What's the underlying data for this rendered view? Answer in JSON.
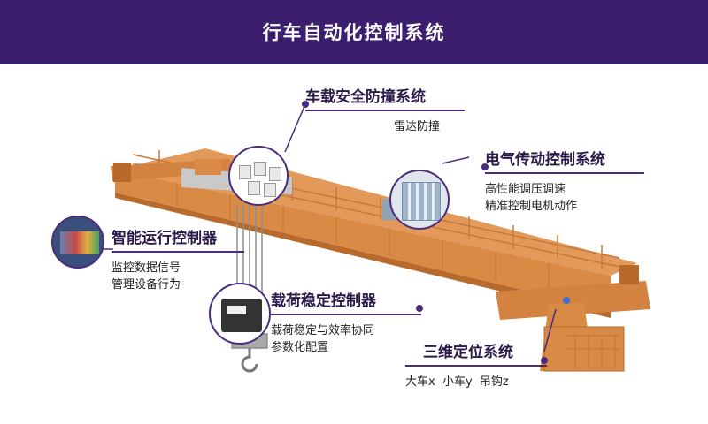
{
  "header": {
    "title": "行车自动化控制系统"
  },
  "callouts": {
    "anticollision": {
      "title": "车载安全防撞系统",
      "desc": [
        "雷达防撞"
      ]
    },
    "drive": {
      "title": "电气传动控制系统",
      "desc": [
        "高性能调压调速",
        "精准控制电机动作"
      ]
    },
    "smart": {
      "title": "智能运行控制器",
      "desc": [
        "监控数据信号",
        "管理设备行为"
      ]
    },
    "load": {
      "title": "载荷稳定控制器",
      "desc": [
        "载荷稳定与效率协同",
        "参数化配置"
      ]
    },
    "position": {
      "title": "三维定位系统",
      "desc": [
        "大车x  小车y  吊钩z"
      ]
    }
  },
  "colors": {
    "header": "#3b1f6e",
    "accent": "#4a2d7c",
    "crane": "#d98a45",
    "crane_dark": "#b86a2c"
  }
}
